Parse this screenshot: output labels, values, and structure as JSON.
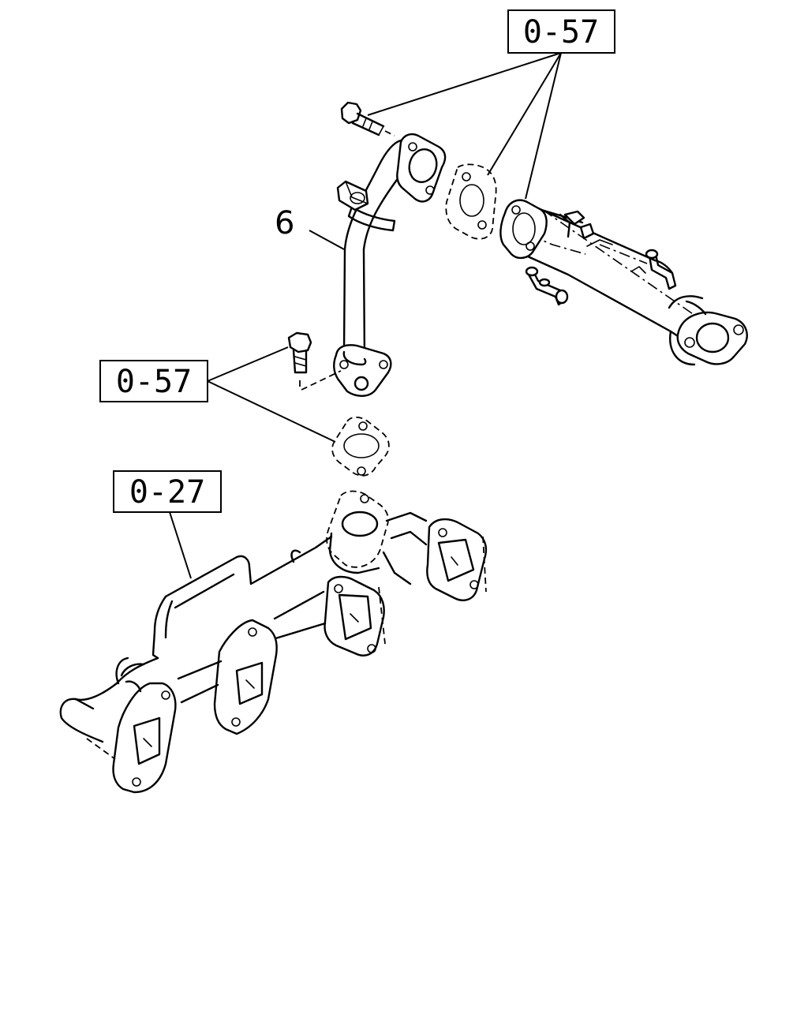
{
  "references": {
    "ref_top": "0-57",
    "ref_middle": "0-57",
    "ref_manifold": "0-27"
  },
  "parts": {
    "egr_pipe_number": "6"
  }
}
